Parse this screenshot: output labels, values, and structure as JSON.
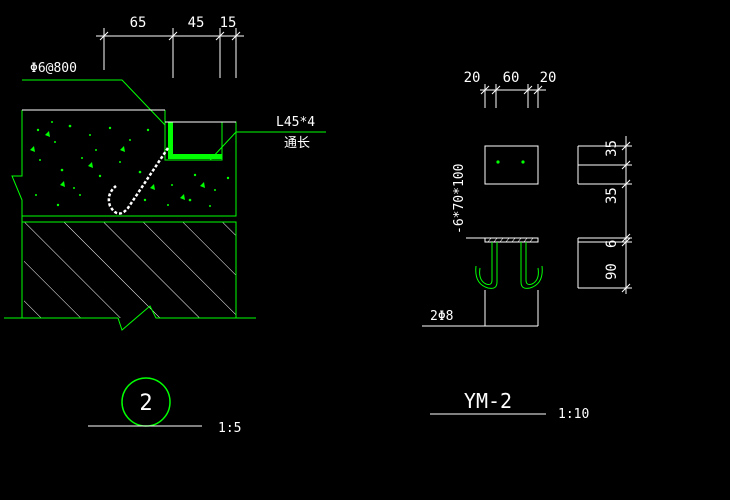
{
  "detail_2": {
    "dims_top": [
      "65",
      "45",
      "15"
    ],
    "rebar_label": "Φ6@800",
    "angle_label": "L45*4",
    "angle_note": "通长",
    "marker_number": "2",
    "scale": "1:5"
  },
  "ym2": {
    "dims_top": [
      "20",
      "60",
      "20"
    ],
    "plate_label": "-6*70*100",
    "dims_right": [
      "35",
      "35",
      "6",
      "90"
    ],
    "bar_label": "2Φ8",
    "title": "YM-2",
    "scale": "1:10"
  },
  "colors": {
    "background": "#000000",
    "green": "#00ff00",
    "white": "#ffffff"
  }
}
